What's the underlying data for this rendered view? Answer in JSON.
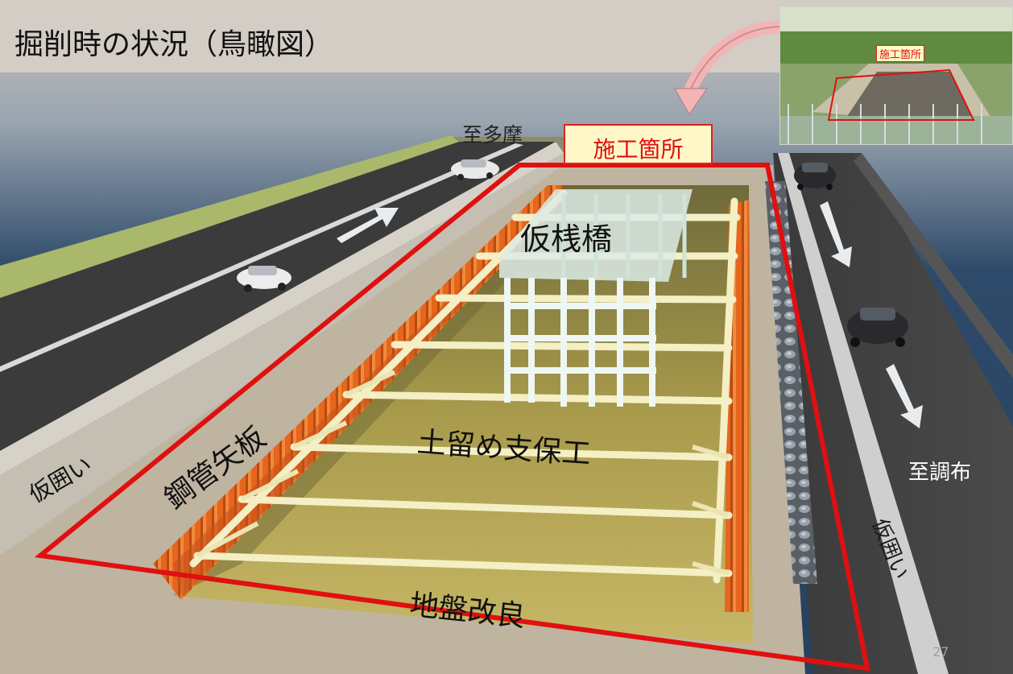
{
  "title": "掘削時の状況（鳥瞰図）",
  "site_label": "施工箇所",
  "photo_label": "施工箇所",
  "direction_tama": "至多摩",
  "direction_chofu": "至調布",
  "temporary_bridge": "仮桟橋",
  "earth_retaining": "土留め支保工",
  "steel_pipe_sheet_pile": "鋼管矢板",
  "temporary_fence_left": "仮囲い",
  "temporary_fence_right": "仮囲い",
  "ground_improvement": "地盤改良",
  "page_number": "27",
  "colors": {
    "outline": "#e01010",
    "label_box_fill": "#fff7c8",
    "pile_orange": "#e86a1c",
    "strut_cream": "#f4efc4",
    "pit_floor": "#b9aa55",
    "sky": "#2d4664",
    "road": "#3c3c3c",
    "arrow": "#e8ecef",
    "curved_arrow": "#f2b4b4"
  },
  "icons": [
    "car-icon",
    "traffic-arrow-icon",
    "curved-pointer-arrow-icon"
  ]
}
